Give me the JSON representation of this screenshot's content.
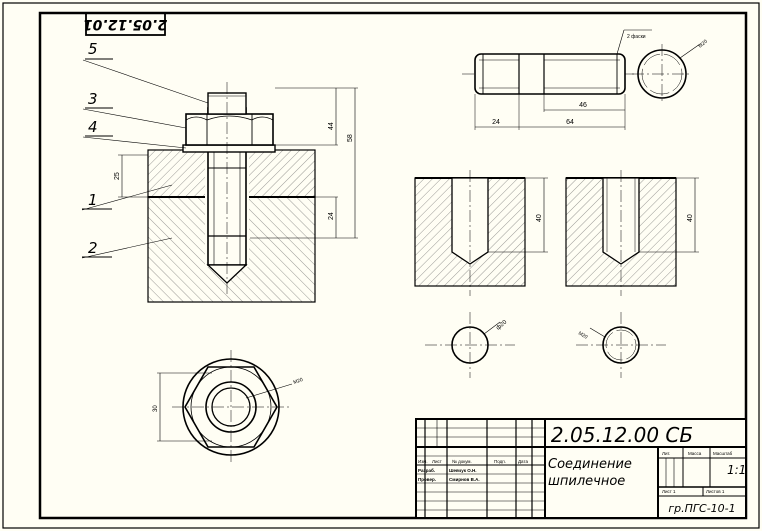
{
  "sheet": {
    "corner_stamp": "2.05.12.01",
    "designation": "2.05.12.00 СБ",
    "title_line1": "Соединение",
    "title_line2": "шпилечное",
    "scale": "1:1",
    "group": "гр.ПГС-10-1",
    "col_headers": [
      "Изм.",
      "Лист",
      "№ докум.",
      "Подп.",
      "Дата"
    ],
    "roles": [
      "Разраб.",
      "Провер."
    ],
    "names": [
      "Шевчук О.Н.",
      "Смирнов В.А."
    ],
    "lit_headers": [
      "Лит.",
      "Масса",
      "Масштаб"
    ],
    "sheet_label": "Лист 1",
    "sheets_label": "Листов 1"
  },
  "callouts": [
    "5",
    "3",
    "4",
    "1",
    "2"
  ],
  "dims": {
    "d44": "44",
    "d58": "58",
    "d25": "25",
    "d24_assy": "24",
    "d24_stud": "24",
    "d46": "46",
    "d64": "64",
    "d40_left": "40",
    "d40_right": "40",
    "phi20": "ф20",
    "m_hole": "М20",
    "m_stud": "М20",
    "m_nut": "М20",
    "d30": "30",
    "chamfer_note": "2 фаски"
  }
}
